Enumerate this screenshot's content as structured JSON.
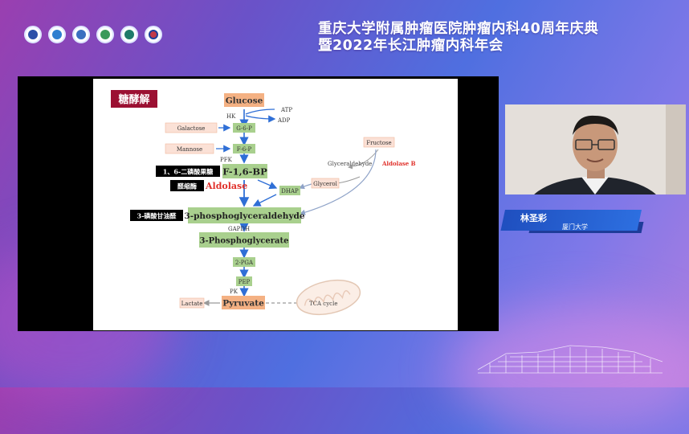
{
  "header": {
    "title_line1": "重庆大学附属肿瘤医院肿瘤内科40周年庆典",
    "title_line2": "暨2022年长江肿瘤内科年会",
    "logos": [
      "university-logo-icon",
      "hospital-logo-icon",
      "society-logo-icon",
      "committee-logo-icon",
      "association-logo-icon",
      "cancer-center-logo-icon"
    ]
  },
  "speaker": {
    "name": "林圣彩",
    "affiliation": "厦门大学"
  },
  "slide": {
    "heading": "糖酵解",
    "nodes": {
      "glucose": "Glucose",
      "atp": "ATP",
      "adp": "ADP",
      "hk": "HK",
      "galactose": "Galactose",
      "g6p": "G-6-P",
      "mannose": "Mannose",
      "f6p": "F-6-P",
      "pfk": "PFK",
      "f16bp": "F-1,6-BP",
      "f16bp_label": "1、6-二磷酸果糖",
      "aldolase_cn": "醛缩酶",
      "aldolase": "Aldolase",
      "fructose": "Fructose",
      "glyceraldehyde": "Glyceraldehyde",
      "aldolase_b": "Aldolase B",
      "glycerol": "Glycerol",
      "dhap": "DHAP",
      "g3p_label": "3-磷酸甘油醛",
      "g3p": "3-phosphoglyceraldehyde",
      "gapdh": "GAPDH",
      "pg3": "3-Phosphoglycerate",
      "pga2": "2-PGA",
      "pep": "PEP",
      "pk": "PK",
      "lactate": "Lactate",
      "pyruvate": "Pyruvate",
      "tca": "TCA cycle"
    }
  },
  "colors": {
    "accent_red": "#e0302a",
    "heading_bg": "#9b1032",
    "node_green": "#a9d08e",
    "node_salmon": "#f4b183",
    "node_pink": "#fbe1d6",
    "arrow_blue": "#2f6fd6"
  }
}
